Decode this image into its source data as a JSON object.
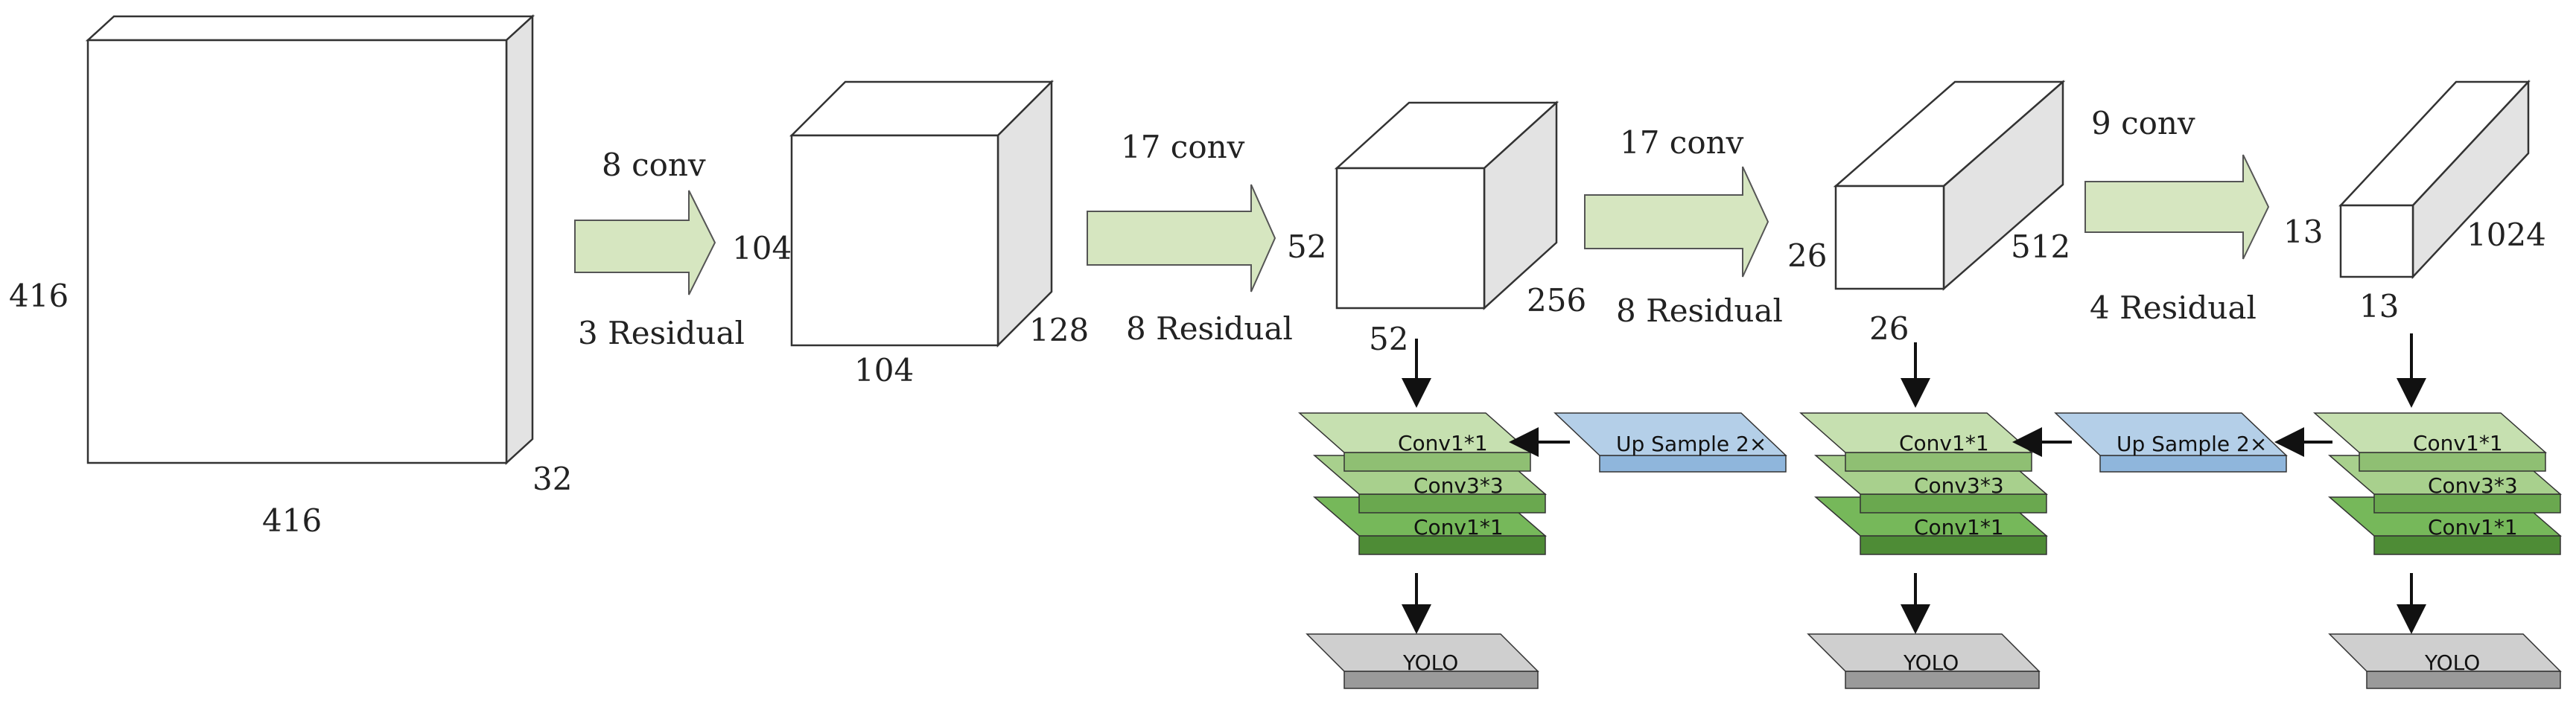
{
  "cubes": [
    {
      "height_label": "416",
      "width_label": "416",
      "depth_label": "32"
    },
    {
      "height_label": "104",
      "width_label": "104",
      "depth_label": "128"
    },
    {
      "height_label": "52",
      "width_label": "52",
      "depth_label": "256"
    },
    {
      "height_label": "26",
      "width_label": "26",
      "depth_label": "512"
    },
    {
      "height_label": "13",
      "width_label": "13",
      "depth_label": "1024"
    }
  ],
  "stages": [
    {
      "conv": "8 conv",
      "residual": "3 Residual"
    },
    {
      "conv": "17 conv",
      "residual": "8 Residual"
    },
    {
      "conv": "17 conv",
      "residual": "8 Residual"
    },
    {
      "conv": "9 conv",
      "residual": "4 Residual"
    }
  ],
  "heads": [
    {
      "layers": [
        "Conv1*1",
        "Conv3*3",
        "Conv1*1"
      ],
      "output": "YOLO"
    },
    {
      "layers": [
        "Conv1*1",
        "Conv3*3",
        "Conv1*1"
      ],
      "output": "YOLO"
    },
    {
      "layers": [
        "Conv1*1",
        "Conv3*3",
        "Conv1*1"
      ],
      "output": "YOLO"
    }
  ],
  "upsample": [
    "Up Sample 2×",
    "Up Sample 2×"
  ],
  "colors": {
    "cube_front": "#ffffff",
    "cube_top": "#ffffff",
    "cube_side": "#e3e3e3",
    "stage_arrow": "#d6e6c0",
    "conv1_top": "#c6e0b0",
    "conv3_top": "#a8d08d",
    "conv_bottom": "#76b85a",
    "upsample": "#b4cfe8",
    "yolo": "#cfcfcf"
  }
}
